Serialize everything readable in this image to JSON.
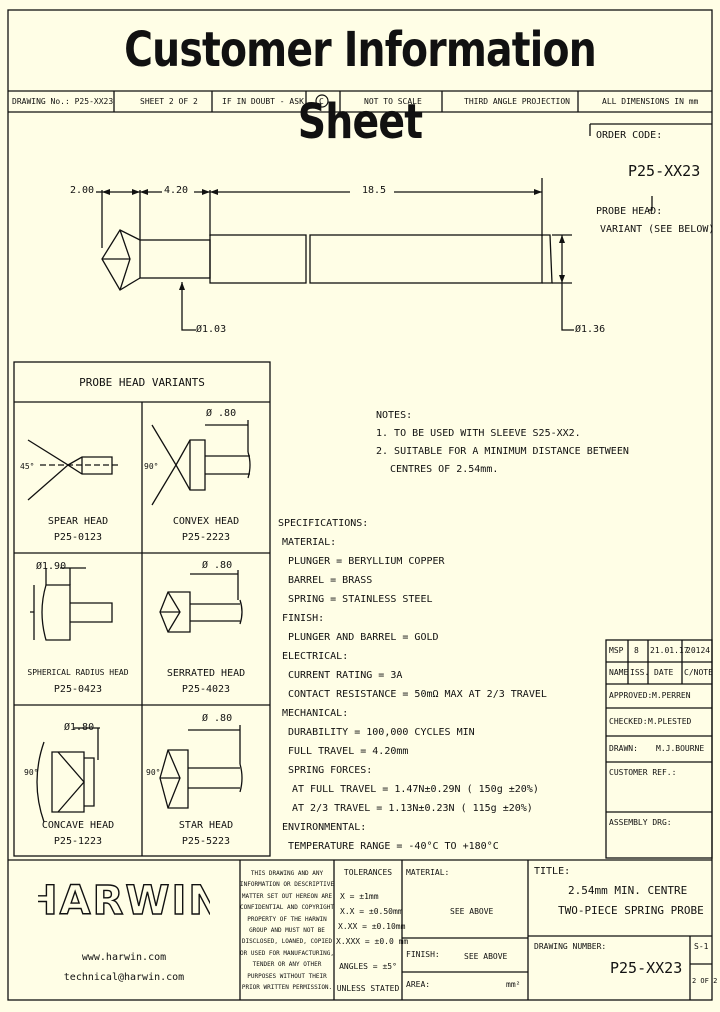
{
  "title": "Customer Information Sheet",
  "header_row": {
    "drawing_no": "DRAWING No.: P25-XX23",
    "sheet": "SHEET 2 OF 2",
    "doubt": "IF IN DOUBT - ASK",
    "copyright": "C",
    "scale": "NOT TO SCALE",
    "projection": "THIRD ANGLE PROJECTION",
    "units": "ALL DIMENSIONS IN mm"
  },
  "order_code": {
    "label": "ORDER CODE:",
    "code": "P25-XX23",
    "note_1": "PROBE HEAD:",
    "note_2": "VARIANT (SEE BELOW)"
  },
  "dimensions": {
    "d1": "2.00",
    "d2": "4.20",
    "d3": "18.5",
    "dia1": "Ø1.03",
    "dia2": "Ø1.36"
  },
  "variants": {
    "heading": "PROBE HEAD VARIANTS",
    "spear": {
      "name": "SPEAR HEAD",
      "code": "P25-0123",
      "angle": "45°"
    },
    "convex": {
      "name": "CONVEX HEAD",
      "code": "P25-2223",
      "angle": "90°",
      "dia": "Ø .80"
    },
    "spherical": {
      "name": "SPHERICAL RADIUS HEAD",
      "code": "P25-0423",
      "dia": "Ø1.90"
    },
    "serrated": {
      "name": "SERRATED HEAD",
      "code": "P25-4023",
      "dia": "Ø .80"
    },
    "concave": {
      "name": "CONCAVE HEAD",
      "code": "P25-1223",
      "angle": "90°",
      "dia": "Ø1.80"
    },
    "star": {
      "name": "STAR HEAD",
      "code": "P25-5223",
      "angle": "90°",
      "dia": "Ø .80"
    }
  },
  "notes": {
    "heading": "NOTES:",
    "n1": "1. TO BE USED WITH SLEEVE S25-XX2.",
    "n2a": "2. SUITABLE FOR A MINIMUM DISTANCE BETWEEN",
    "n2b": "CENTRES OF 2.54mm."
  },
  "specs": {
    "heading": "SPECIFICATIONS:",
    "material": "MATERIAL:",
    "plunger": "PLUNGER = BERYLLIUM COPPER",
    "barrel": "BARREL = BRASS",
    "spring": "SPRING = STAINLESS STEEL",
    "finish": "FINISH:",
    "finish_1": "PLUNGER AND BARREL = GOLD",
    "electrical": "ELECTRICAL:",
    "current": "CURRENT RATING = 3A",
    "resistance": "CONTACT RESISTANCE = 50mΩ MAX AT 2/3 TRAVEL",
    "mechanical": "MECHANICAL:",
    "durability": "DURABILITY = 100,000 CYCLES MIN",
    "travel": "FULL TRAVEL = 4.20mm",
    "forces": "SPRING FORCES:",
    "force_full": "AT FULL TRAVEL = 1.47N±0.29N ( 150g ±20%)",
    "force_23": "AT 2/3 TRAVEL = 1.13N±0.23N ( 115g ±20%)",
    "environmental": "ENVIRONMENTAL:",
    "temperature": "TEMPERATURE RANGE = -40°C TO +180°C"
  },
  "revision": {
    "rev": "MSP",
    "iss": "8",
    "date": "21.01.17",
    "cn": "20124",
    "h_name": "NAME",
    "h_iss": "ISS.",
    "h_date": "DATE",
    "h_cn": "C/NOTE",
    "approved": "APPROVED:",
    "approved_name": "M.PERREN",
    "checked": "CHECKED:",
    "checked_name": "M.PLESTED",
    "drawn": "DRAWN:",
    "drawn_name": "M.J.BOURNE",
    "customer": "CUSTOMER REF.:",
    "assembly": "ASSEMBLY DRG:"
  },
  "footer": {
    "logo": "HARWIN",
    "web": "www.harwin.com",
    "email": "technical@harwin.com",
    "legal": [
      "THIS DRAWING AND ANY",
      "INFORMATION OR DESCRIPTIVE",
      "MATTER SET OUT HEREON ARE",
      "CONFIDENTIAL AND COPYRIGHT",
      "PROPERTY OF THE HARWIN",
      "GROUP AND MUST NOT BE",
      "DISCLOSED, LOANED, COPIED",
      "OR USED FOR MANUFACTURING,",
      "TENDER OR ANY OTHER",
      "PURPOSES WITHOUT THEIR",
      "PRIOR WRITTEN PERMISSION."
    ],
    "tol_heading": "TOLERANCES",
    "tol": [
      "X = ±1mm",
      "X.X = ±0.50mm",
      "X.XX = ±0.10mm",
      "X.XXX = ±0.0 mm"
    ],
    "angles": "ANGLES = ±5°",
    "unless": "UNLESS STATED",
    "material": "MATERIAL:",
    "material_val": "SEE ABOVE",
    "finish": "FINISH:",
    "finish_val": "SEE ABOVE",
    "area": "AREA:",
    "area_unit": "mm²",
    "title_label": "TITLE:",
    "title_1": "2.54mm MIN. CENTRE",
    "title_2": "TWO-PIECE SPRING PROBE",
    "dwg_label": "DRAWING NUMBER:",
    "dwg_no": "P25-XX23",
    "sheet_a": "S-1",
    "sheet_b": "2 OF 2"
  }
}
